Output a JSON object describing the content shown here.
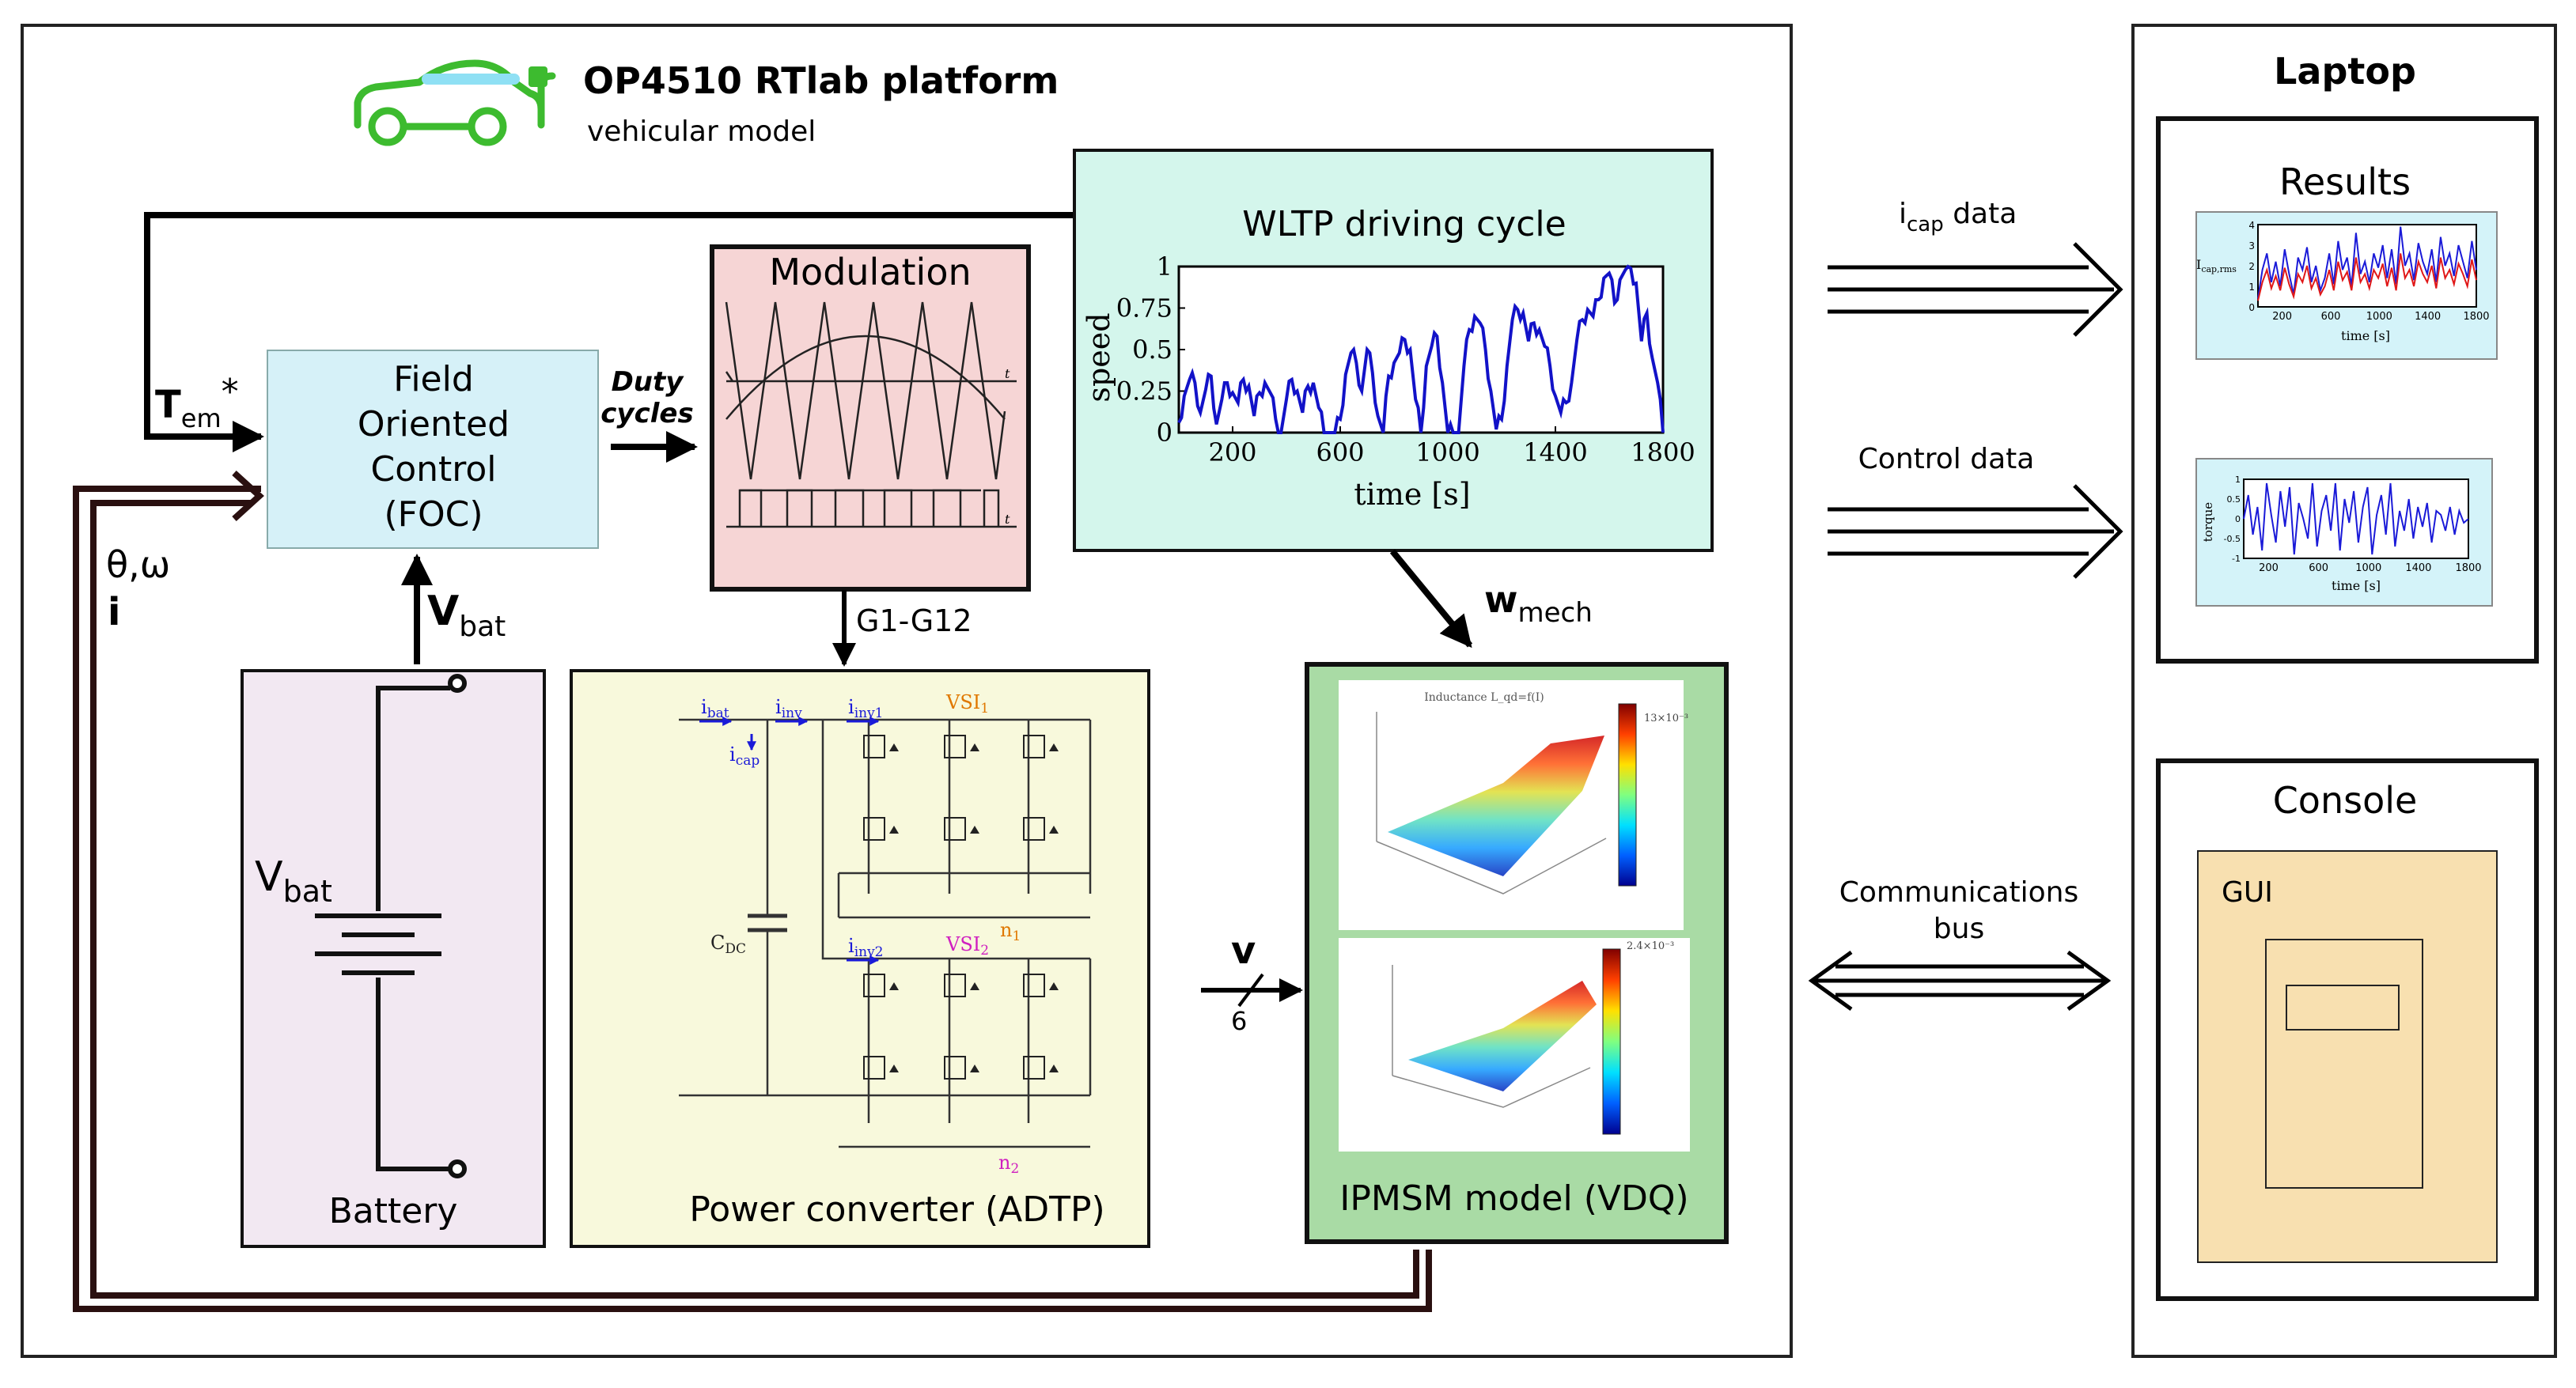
{
  "platform": {
    "title": "OP4510 RTlab platform",
    "subtitle": "vehicular model",
    "logo_color": "#3dbb2f"
  },
  "foc": {
    "line1": "Field",
    "line2": "Oriented",
    "line3": "Control",
    "line4": "(FOC)",
    "color": "#d6f1f8"
  },
  "modulation": {
    "title": "Modulation",
    "color": "#f6d5d5",
    "axis_label": "t"
  },
  "wltp": {
    "title": "WLTP driving cycle",
    "ylabel": "speed",
    "xlabel": "time [s]",
    "color": "#d4f6ec",
    "line_color": "#1212c8"
  },
  "battery": {
    "label": "Battery",
    "vbat_main": "V",
    "vbat_sub": "bat",
    "color": "#f2e8f2"
  },
  "converter": {
    "title": "Power converter (ADTP)",
    "color": "#f8f9dc",
    "labels": {
      "ibat": "i",
      "ibat_s": "bat",
      "iinv": "i",
      "iinv_s": "inv",
      "iinv1": "i",
      "iinv1_s": "inv1",
      "iinv2": "i",
      "iinv2_s": "inv2",
      "icap": "i",
      "icap_s": "cap",
      "vsi1": "VSI",
      "vsi1_s": "1",
      "vsi2": "VSI",
      "vsi2_s": "2",
      "cdc": "C",
      "cdc_s": "DC",
      "n1": "n",
      "n1_s": "1",
      "n2": "n",
      "n2_s": "2"
    }
  },
  "ipmsm": {
    "title": "IPMSM model (VDQ)",
    "color": "#a9dba5",
    "plot1_title": "Inductance L_qd=f(I)",
    "plot2_title": "Flux linkage",
    "colorbar1_top": "13×10⁻³",
    "colorbar2_top": "2.4×10⁻³"
  },
  "signals": {
    "tem": "T",
    "tem_sub": "em",
    "tem_sup": "*",
    "duty_1": "Duty",
    "duty_2": "cycles",
    "vbat": "V",
    "vbat_sub": "bat",
    "theta_omega": "θ,ω",
    "i": "i",
    "gates": "G1-G12",
    "wmech": "w",
    "wmech_sub": "mech",
    "v": "v",
    "bus_width": "6"
  },
  "links": {
    "icap_main": "i",
    "icap_sub": "cap",
    "icap_rest": " data",
    "control": "Control data",
    "comm_1": "Communications",
    "comm_2": "bus"
  },
  "laptop": {
    "title": "Laptop",
    "results_title": "Results",
    "plot1_ylabel": "I",
    "plot1_ylabel_sub": "cap,rms",
    "plot1_xlabel": "time [s]",
    "plot2_ylabel": "torque",
    "plot2_xlabel": "time [s]",
    "console_title": "Console",
    "gui_label": "GUI",
    "plot_bg": "#d4f3f9",
    "gui_color": "#f8e0b0"
  },
  "chart_data": [
    {
      "type": "line",
      "title": "WLTP driving cycle",
      "xlabel": "time [s]",
      "ylabel": "speed",
      "xlim": [
        0,
        1800
      ],
      "ylim": [
        0,
        1
      ],
      "xticks": [
        200,
        600,
        1000,
        1400,
        1800
      ],
      "yticks": [
        0,
        0.25,
        0.5,
        0.75,
        1
      ],
      "x": [
        0,
        20,
        40,
        60,
        80,
        100,
        120,
        140,
        160,
        180,
        200,
        220,
        240,
        260,
        280,
        300,
        320,
        340,
        360,
        380,
        400,
        420,
        440,
        460,
        480,
        500,
        520,
        540,
        560,
        580,
        600,
        620,
        640,
        660,
        680,
        700,
        720,
        740,
        760,
        780,
        800,
        820,
        840,
        860,
        880,
        900,
        920,
        940,
        960,
        980,
        1000,
        1020,
        1040,
        1060,
        1080,
        1100,
        1120,
        1140,
        1160,
        1180,
        1200,
        1220,
        1240,
        1260,
        1280,
        1300,
        1320,
        1340,
        1360,
        1380,
        1400,
        1420,
        1440,
        1460,
        1480,
        1500,
        1520,
        1540,
        1560,
        1580,
        1600,
        1620,
        1640,
        1660,
        1680,
        1700,
        1720,
        1740,
        1760,
        1780,
        1800
      ],
      "y": [
        0.06,
        0.22,
        0.32,
        0.3,
        0.12,
        0.26,
        0.34,
        0.05,
        0.2,
        0.3,
        0.24,
        0.18,
        0.32,
        0.28,
        0.1,
        0.24,
        0.3,
        0.24,
        0.08,
        0.0,
        0.2,
        0.32,
        0.25,
        0.12,
        0.28,
        0.3,
        0.15,
        0.0,
        0.0,
        0.0,
        0.08,
        0.35,
        0.48,
        0.42,
        0.25,
        0.5,
        0.36,
        0.1,
        0.0,
        0.34,
        0.42,
        0.48,
        0.56,
        0.5,
        0.2,
        0.0,
        0.4,
        0.52,
        0.58,
        0.3,
        0.0,
        0.0,
        0.0,
        0.4,
        0.62,
        0.7,
        0.66,
        0.5,
        0.25,
        0.02,
        0.08,
        0.4,
        0.68,
        0.74,
        0.72,
        0.55,
        0.66,
        0.62,
        0.52,
        0.4,
        0.22,
        0.12,
        0.18,
        0.3,
        0.56,
        0.68,
        0.74,
        0.7,
        0.8,
        0.93,
        0.96,
        0.78,
        0.92,
        0.98,
        0.99,
        0.9,
        0.55,
        0.72,
        0.45,
        0.3,
        0.0
      ]
    },
    {
      "type": "line",
      "ylabel": "I cap,rms",
      "xlabel": "time [s]",
      "xlim": [
        0,
        1800
      ],
      "ylim": [
        0,
        4
      ],
      "xticks": [
        200,
        600,
        1000,
        1400,
        1800
      ],
      "yticks": [
        0,
        1,
        2,
        3,
        4
      ],
      "series": [
        {
          "values": [
            0.4,
            1.8,
            2.6,
            1.2,
            2.2,
            1.0,
            2.8,
            1.6,
            0.6,
            2.4,
            1.8,
            2.9,
            1.2,
            2.0,
            0.8,
            1.4,
            2.6,
            1.1,
            3.2,
            1.8,
            2.4,
            1.0,
            3.6,
            1.6,
            2.2,
            1.2,
            2.6,
            1.9,
            3.0,
            1.4,
            2.8,
            1.1,
            3.9,
            2.0,
            2.6,
            1.3,
            3.1,
            2.2,
            1.6,
            2.8,
            1.2,
            3.4,
            2.0,
            2.6,
            1.5,
            3.0,
            2.2,
            1.4,
            3.2,
            1.8
          ]
        },
        {
          "values": [
            0.3,
            1.2,
            1.8,
            0.9,
            1.5,
            0.8,
            1.9,
            1.1,
            0.5,
            1.6,
            1.2,
            2.0,
            0.9,
            1.4,
            0.6,
            1.0,
            1.8,
            0.8,
            2.2,
            1.3,
            1.7,
            0.8,
            2.4,
            1.2,
            1.6,
            0.9,
            1.8,
            1.4,
            2.1,
            1.0,
            1.9,
            0.8,
            2.6,
            1.4,
            1.8,
            1.0,
            2.2,
            1.6,
            1.2,
            2.0,
            0.9,
            2.4,
            1.4,
            1.8,
            1.1,
            2.1,
            1.6,
            1.0,
            2.3,
            1.3
          ]
        }
      ]
    },
    {
      "type": "line",
      "ylabel": "torque",
      "xlabel": "time [s]",
      "xlim": [
        0,
        1800
      ],
      "ylim": [
        -1,
        1
      ],
      "xticks": [
        200,
        600,
        1000,
        1400,
        1800
      ],
      "yticks": [
        -1,
        -0.5,
        0,
        0.5,
        1
      ],
      "series": [
        {
          "values": [
            0.0,
            0.6,
            -0.4,
            0.3,
            -0.8,
            0.9,
            0.1,
            -0.6,
            0.7,
            -0.2,
            0.8,
            -0.9,
            0.4,
            0.0,
            -0.5,
            0.9,
            -0.7,
            0.2,
            0.6,
            -0.3,
            0.9,
            -0.8,
            0.5,
            -0.1,
            0.7,
            -0.6,
            0.3,
            0.8,
            -0.9,
            0.1,
            0.6,
            -0.4,
            0.9,
            -0.7,
            0.2,
            -0.3,
            0.5,
            -0.5,
            0.3,
            -0.2,
            0.4,
            -0.6,
            0.2,
            0.1,
            -0.3,
            0.3,
            -0.4,
            0.2,
            -0.1,
            0.0
          ]
        }
      ]
    }
  ]
}
